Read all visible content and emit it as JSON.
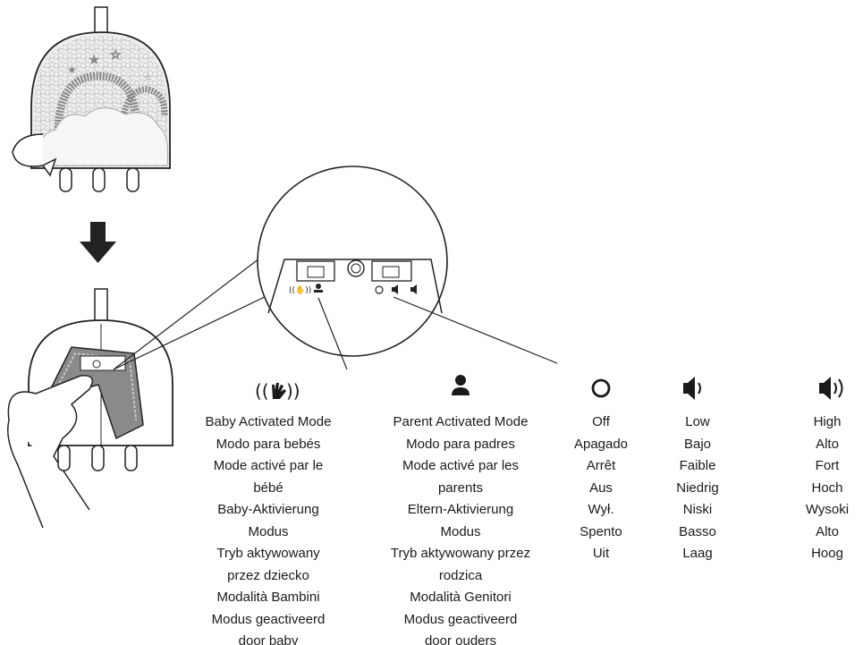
{
  "modes": [
    {
      "key": "baby",
      "icon": "hand-sound-icon",
      "lines": [
        "Baby Activated Mode",
        "Modo para bebés",
        "Mode activé par le",
        "bébé",
        "Baby-Aktivierung",
        "Modus",
        "Tryb aktywowany",
        "przez dziecko",
        "Modalità Bambini",
        "Modus geactiveerd",
        "door baby"
      ]
    },
    {
      "key": "parent",
      "icon": "person-icon",
      "lines": [
        "Parent Activated Mode",
        "Modo para padres",
        "Mode activé par les",
        "parents",
        "Eltern-Aktivierung",
        "Modus",
        "Tryb aktywowany przez",
        "rodzica",
        "Modalità Genitori",
        "Modus geactiveerd",
        "door ouders"
      ]
    },
    {
      "key": "off",
      "icon": "circle-off-icon",
      "lines": [
        "Off",
        "Apagado",
        "Arrêt",
        "Aus",
        "Wył.",
        "Spento",
        "Uit"
      ]
    },
    {
      "key": "low",
      "icon": "speaker-low-icon",
      "lines": [
        "Low",
        "Bajo",
        "Faible",
        "Niedrig",
        "Niski",
        "Basso",
        "Laag"
      ]
    },
    {
      "key": "high",
      "icon": "speaker-high-icon",
      "lines": [
        "High",
        "Alto",
        "Fort",
        "Hoch",
        "Wysoki",
        "Alto",
        "Hoog"
      ]
    }
  ]
}
